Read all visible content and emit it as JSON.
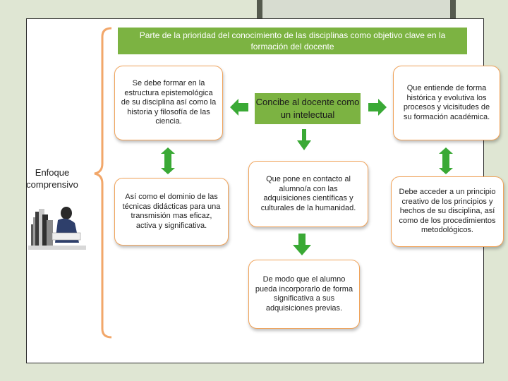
{
  "title": "Parte de la prioridad del conocimiento de las disciplinas como objetivo clave en la formación del docente",
  "enfoque": "Enfoque comprensivo",
  "center": "Concibe al docente como un intelectual",
  "boxes": {
    "left_top": "Se debe formar en la estructura epistemológica de su disciplina así como la historia y filosofía de las ciencia.",
    "left_bottom": "Así como el dominio de las técnicas didácticas para una transmisión mas eficaz, activa y significativa.",
    "middle": "Que pone en contacto al alumno/a con las adquisiciones científicas y culturales de la humanidad.",
    "bottom": "De modo que el alumno pueda incorporarlo de forma significativa a sus adquisiciones previas.",
    "right_top": "Que entiende de forma histórica y evolutiva los procesos y vicisitudes de su formación académica.",
    "right_bottom": "Debe acceder a un principio creativo de los principios y hechos de su disciplina, así como de los procedimientos metodológicos."
  },
  "colors": {
    "green": "#7cb342",
    "arrow_green": "#3aa935",
    "box_border": "#f0a35a",
    "bracket": "#f2a76a"
  },
  "icons": {
    "illustration": "student-reading-books-icon"
  }
}
